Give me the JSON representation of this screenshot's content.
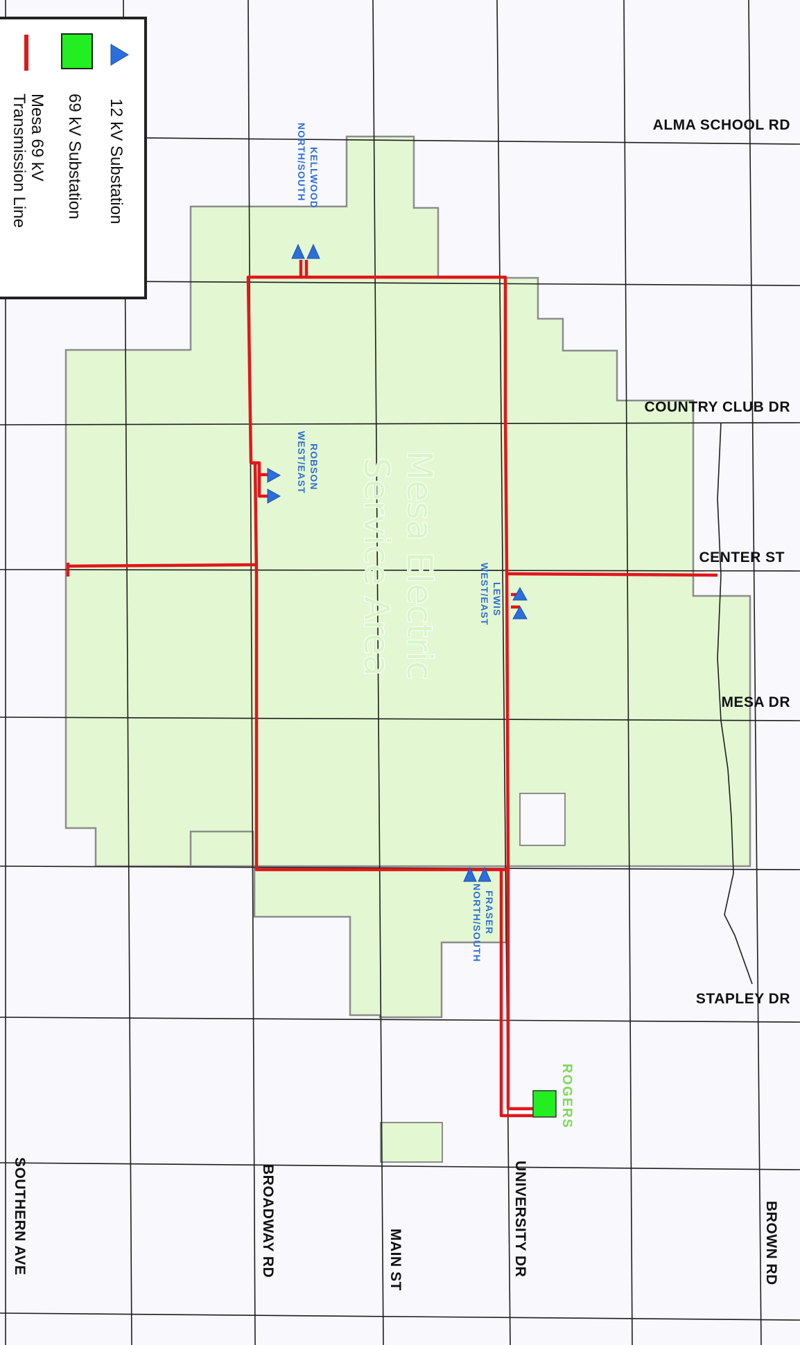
{
  "colors": {
    "background": "#f8f8fd",
    "service_area_fill": "#e3f8d2",
    "service_area_stroke": "#8c8c8c",
    "road": "#1e1e1e",
    "transmission_line": "#e0171b",
    "substation_12kv": "#2b6fdc",
    "substation_69kv": "#22ee22",
    "area_title": "#d8f5c8"
  },
  "map_title": {
    "line1": "Mesa Electric",
    "line2": "Service Area"
  },
  "legend": {
    "items": [
      {
        "icon": "blue-triangle-icon",
        "label": "12 kV Substation"
      },
      {
        "icon": "green-square-icon",
        "label": "69 kV Substation"
      },
      {
        "icon": "red-line-icon",
        "label_line1": "Mesa 69 kV",
        "label_line2": "Transmission Line"
      }
    ]
  },
  "roads": {
    "east_west": [
      "ALMA SCHOOL RD",
      "COUNTRY CLUB DR",
      "CENTER ST",
      "MESA DR",
      "STAPLEY DR"
    ],
    "north_south": [
      "SOUTHERN AVE",
      "BROADWAY RD",
      "MAIN ST",
      "UNIVERSITY DR",
      "BROWN RD"
    ]
  },
  "substations_12kv": [
    {
      "line1": "KELLWOOD",
      "line2": "NORTH/SOUTH"
    },
    {
      "line1": "ROBSON",
      "line2": "WEST/EAST"
    },
    {
      "line1": "LEWIS",
      "line2": "WEST/EAST"
    },
    {
      "line1": "FRASER",
      "line2": "NORTH/SOUTH"
    }
  ],
  "substations_69kv": [
    {
      "label": "ROGERS"
    }
  ]
}
